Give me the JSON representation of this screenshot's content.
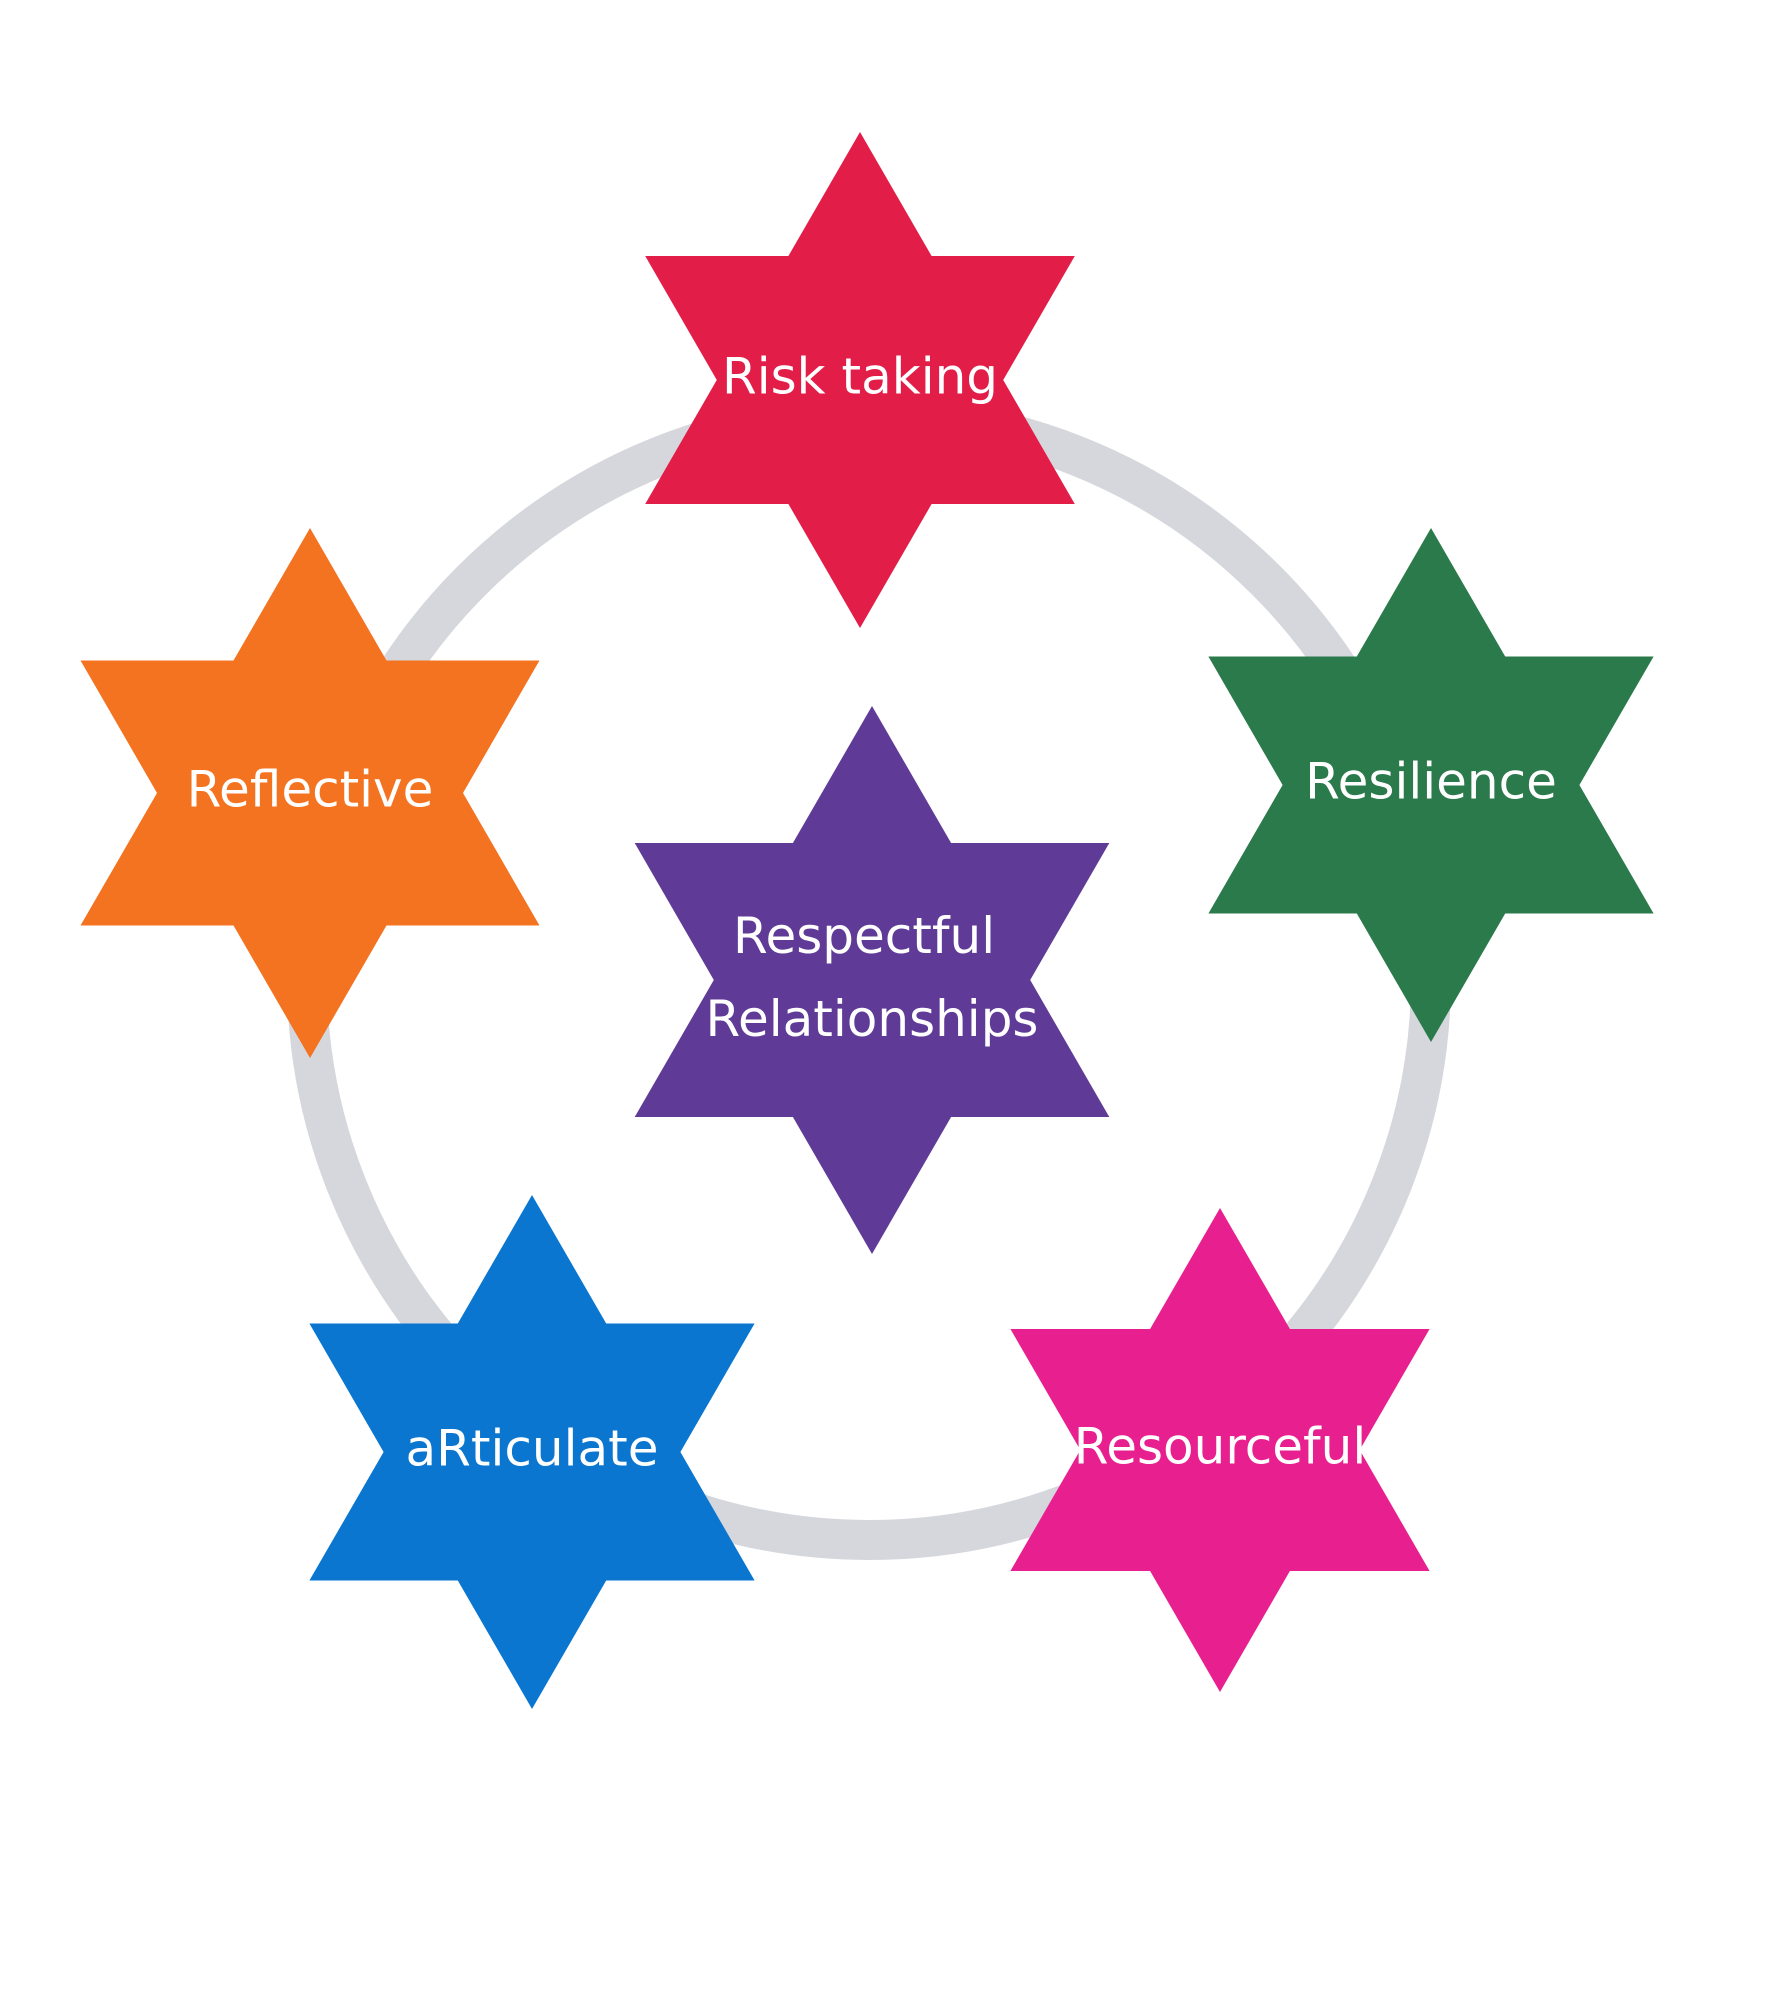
{
  "diagram": {
    "ring_color": "#d5d7dc",
    "center": {
      "lines": [
        "Respectful",
        "Relationships"
      ],
      "color": "#5f3b97"
    },
    "stars": [
      {
        "id": "risk-taking",
        "label": "Risk taking",
        "color": "#e11d48"
      },
      {
        "id": "resilience",
        "label": "Resilience",
        "color": "#2b7a4b"
      },
      {
        "id": "resourceful",
        "label": "Resourceful",
        "color": "#e8208f"
      },
      {
        "id": "articulate",
        "label": "aRticulate",
        "color": "#0a76cf"
      },
      {
        "id": "reflective",
        "label": "Reflective",
        "color": "#f47321"
      }
    ]
  }
}
